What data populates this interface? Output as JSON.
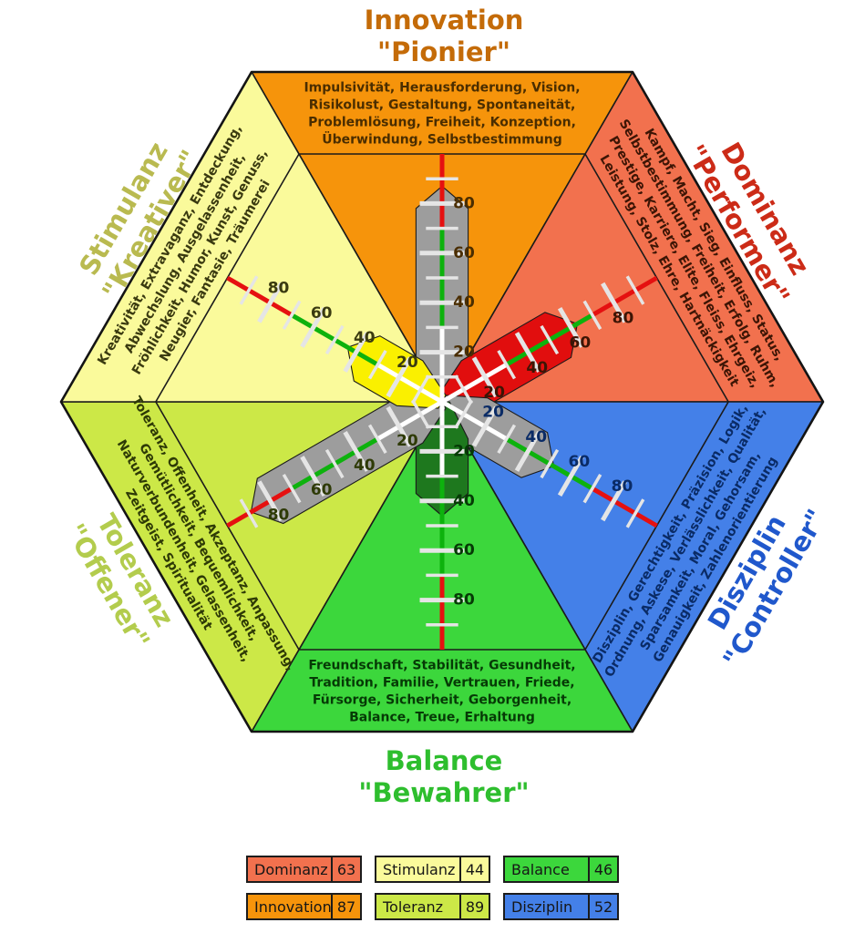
{
  "chart_data": {
    "type": "hexagon-profile",
    "scale": {
      "min": 0,
      "max": 100,
      "tick_step": 10,
      "labeled_ticks": [
        20,
        40,
        60,
        80
      ],
      "bands": [
        {
          "from": 0,
          "to": 30,
          "color": "#FFFFFF"
        },
        {
          "from": 30,
          "to": 70,
          "color": "#0DB20D"
        },
        {
          "from": 70,
          "to": 100,
          "color": "#E51010"
        }
      ],
      "tick_color": "#E5E5E5"
    },
    "sectors": [
      {
        "id": "innovation",
        "position": "top",
        "name": "Innovation",
        "subtitle": "\"Pionier\"",
        "value": 87,
        "sector_color": "#F6940B",
        "title_color": "#C46B08",
        "text_color": "#4A2D00",
        "blade_color": "#9D9D9D",
        "traits": [
          "Impulsivität, Herausforderung, Vision,",
          "Risikolust, Gestaltung, Spontaneität,",
          "Problemlösung, Freiheit, Konzeption,",
          "Überwindung, Selbstbestimmung"
        ]
      },
      {
        "id": "dominanz",
        "position": "top-right",
        "name": "Dominanz",
        "subtitle": "\"Performer\"",
        "value": 63,
        "sector_color": "#F2714E",
        "title_color": "#CC2B17",
        "text_color": "#3D1505",
        "blade_color": "#E10E0E",
        "traits": [
          "Kampf, Macht, Sieg, Einfluss, Status,",
          "Selbstbestimmung, Freiheit, Erfolg, Ruhm,",
          "Prestige, Karriere, Elite, Fleiss, Ehrgeiz,",
          "Leistung, Stolz, Ehre, Hartnäckigkeit"
        ]
      },
      {
        "id": "disziplin",
        "position": "bottom-right",
        "name": "Disziplin",
        "subtitle": "\"Controller\"",
        "value": 52,
        "sector_color": "#4480E8",
        "title_color": "#2058CC",
        "text_color": "#0A2B66",
        "blade_color": "#9D9D9D",
        "traits": [
          "Disziplin, Gerechtigkeit, Präzision, Logik,",
          "Ordnung, Askese, Verlässlichkeit, Qualität,",
          "Sparsamkeit, Moral, Gehorsam,",
          "Genauigkeit, Zahlenorientierung"
        ]
      },
      {
        "id": "balance",
        "position": "bottom",
        "name": "Balance",
        "subtitle": "\"Bewahrer\"",
        "value": 46,
        "sector_color": "#3CD73C",
        "title_color": "#2EBE2E",
        "text_color": "#063A06",
        "blade_color": "#1E781E",
        "traits": [
          "Freundschaft, Stabilität, Gesundheit,",
          "Tradition, Familie, Vertrauen, Friede,",
          "Fürsorge, Sicherheit, Geborgenheit,",
          "Balance, Treue, Erhaltung"
        ]
      },
      {
        "id": "toleranz",
        "position": "bottom-left",
        "name": "Toleranz",
        "subtitle": "\"Offener\"",
        "value": 89,
        "sector_color": "#CCE847",
        "title_color": "#B3CC4D",
        "text_color": "#2E3A06",
        "blade_color": "#9D9D9D",
        "traits": [
          "Toleranz, Offenheit, Akzeptanz, Anpassung,",
          "Gemütlichkeit, Bequemlichkeit,",
          "Naturverbundenheit, Gelassenheit,",
          "Zeitgeist, Spiritualität"
        ]
      },
      {
        "id": "stimulanz",
        "position": "top-left",
        "name": "Stimulanz",
        "subtitle": "\"Kreativer\"",
        "value": 44,
        "sector_color": "#FAFA9B",
        "title_color": "#B9BA50",
        "text_color": "#3A3A10",
        "blade_color": "#FAF000",
        "traits": [
          "Kreativität, Extravaganz, Entdeckung,",
          "Abwechslung, Ausgelassenheit,",
          "Fröhlichkeit, Humor, Kunst, Genuss,",
          "Neugier, Fantasie, Träumerei"
        ]
      }
    ],
    "legend": {
      "rows": [
        [
          {
            "label": "Dominanz",
            "value": 63,
            "color": "#F2714E"
          },
          {
            "label": "Stimulanz",
            "value": 44,
            "color": "#FAFA9B"
          },
          {
            "label": "Balance",
            "value": 46,
            "color": "#3CD73C"
          }
        ],
        [
          {
            "label": "Innovation",
            "value": 87,
            "color": "#F6940B"
          },
          {
            "label": "Toleranz",
            "value": 89,
            "color": "#CCE847"
          },
          {
            "label": "Disziplin",
            "value": 52,
            "color": "#4480E8"
          }
        ]
      ]
    }
  }
}
